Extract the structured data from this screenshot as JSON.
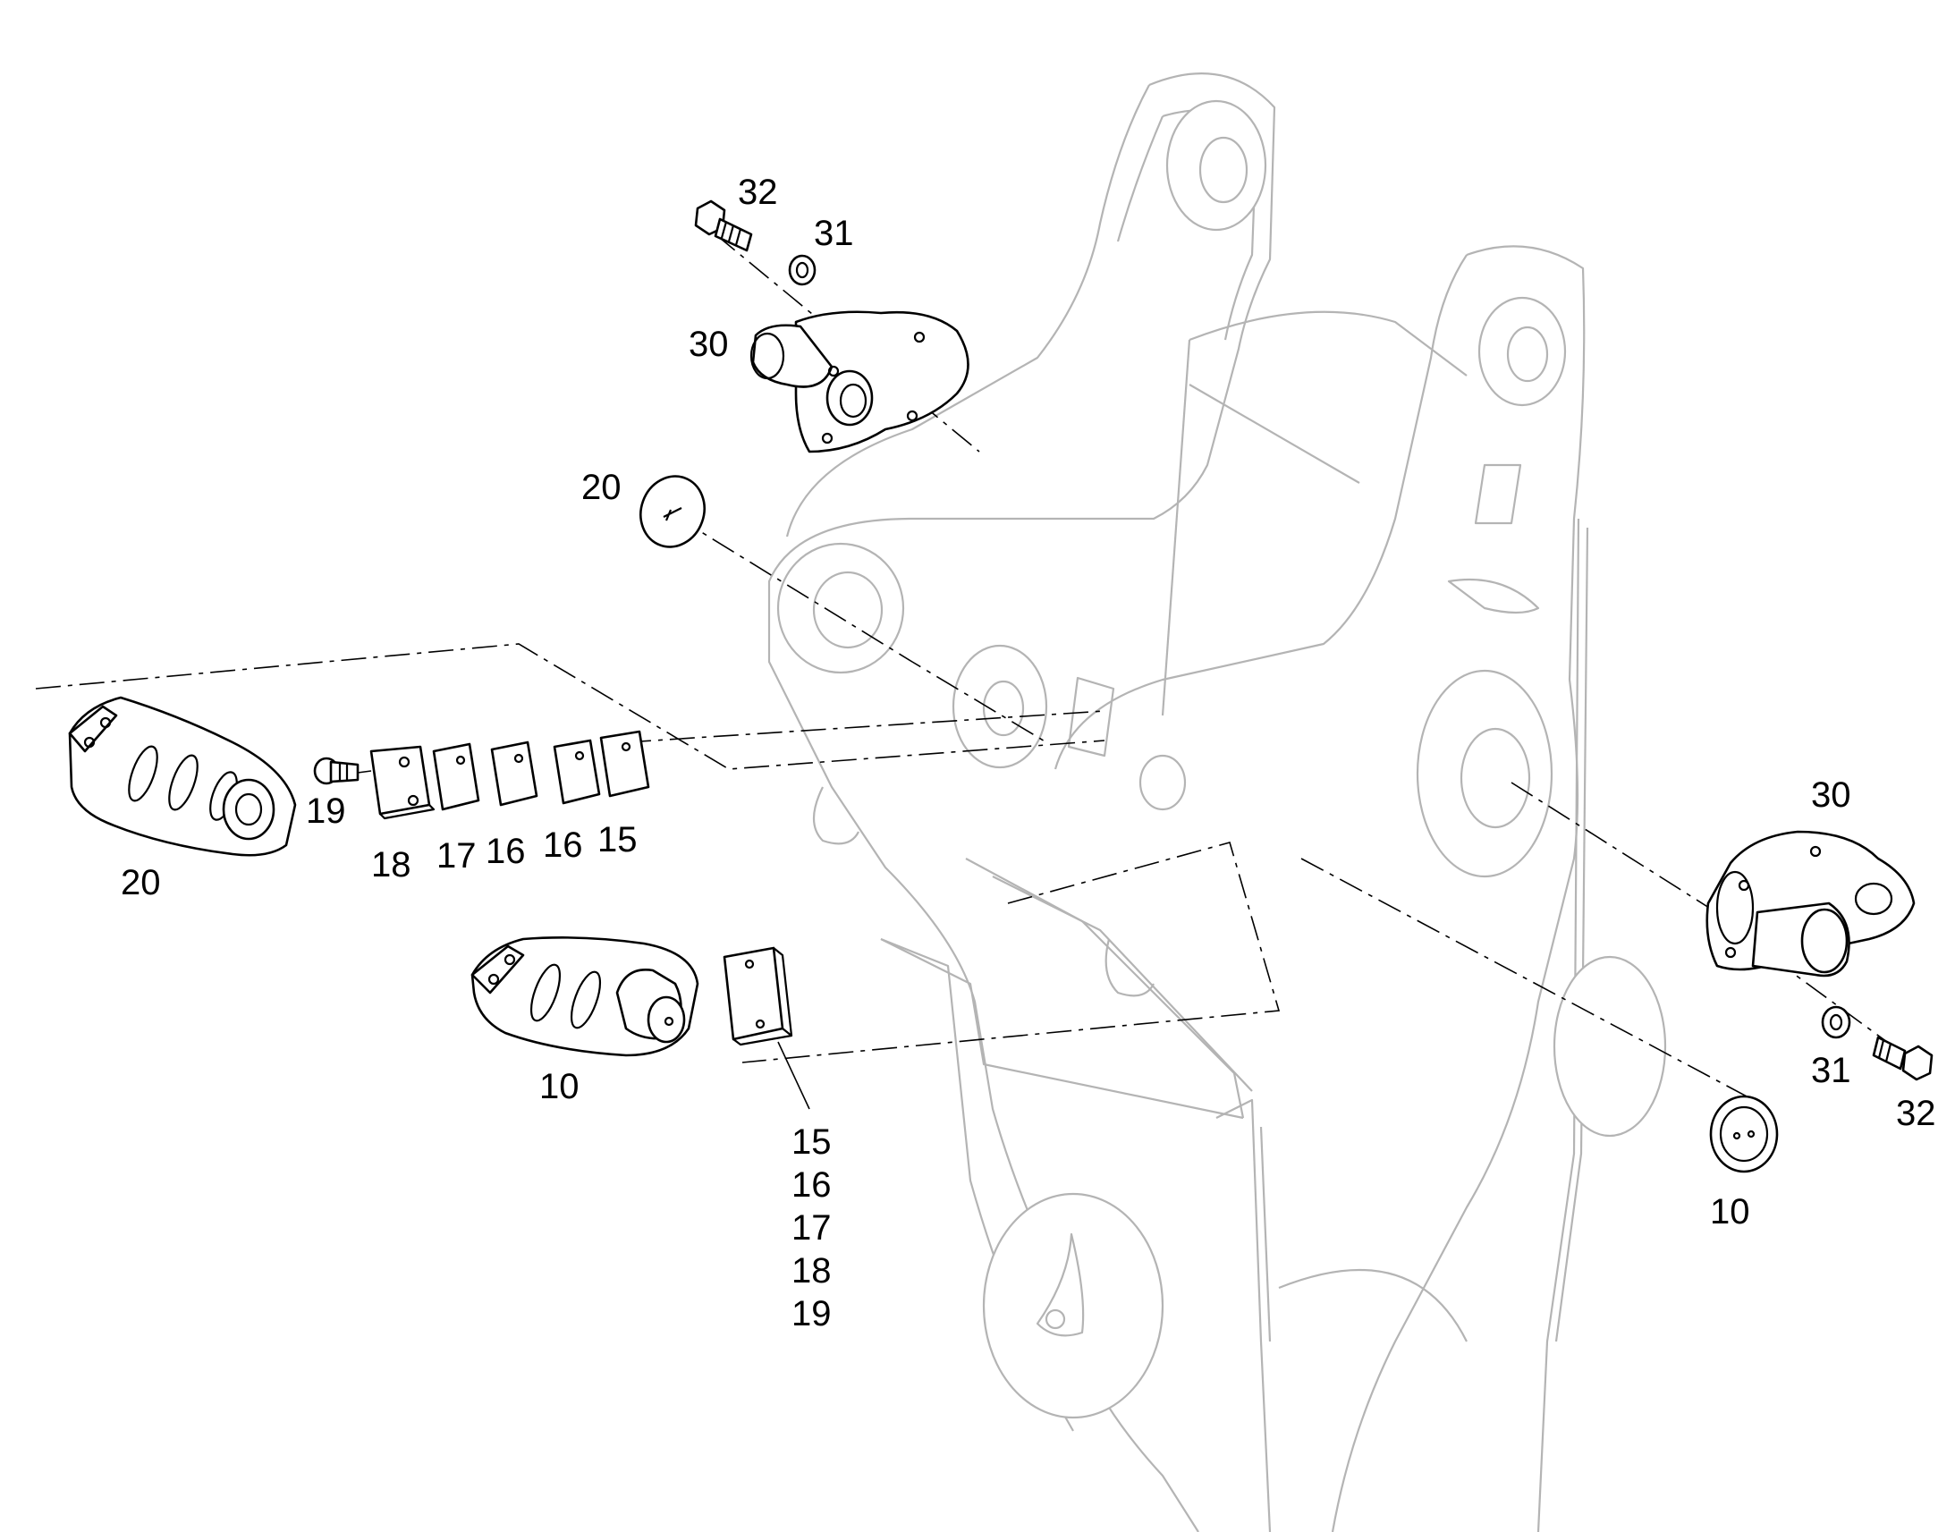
{
  "diagram": {
    "colors": {
      "parts": "#000000",
      "frame": "#b4b4b4",
      "background": "#ffffff"
    },
    "callouts": [
      {
        "id": "c32a",
        "text": "32"
      },
      {
        "id": "c31a",
        "text": "31"
      },
      {
        "id": "c30a",
        "text": "30"
      },
      {
        "id": "c20a",
        "text": "20"
      },
      {
        "id": "c20b",
        "text": "20"
      },
      {
        "id": "c19",
        "text": "19"
      },
      {
        "id": "c18",
        "text": "18"
      },
      {
        "id": "c17",
        "text": "17"
      },
      {
        "id": "c16a",
        "text": "16"
      },
      {
        "id": "c16b",
        "text": "16"
      },
      {
        "id": "c15a",
        "text": "15"
      },
      {
        "id": "c10a",
        "text": "10"
      },
      {
        "id": "c30b",
        "text": "30"
      },
      {
        "id": "c31b",
        "text": "31"
      },
      {
        "id": "c32b",
        "text": "32"
      },
      {
        "id": "c10b",
        "text": "10"
      }
    ],
    "stack_labels": [
      "15",
      "16",
      "17",
      "18",
      "19"
    ]
  }
}
